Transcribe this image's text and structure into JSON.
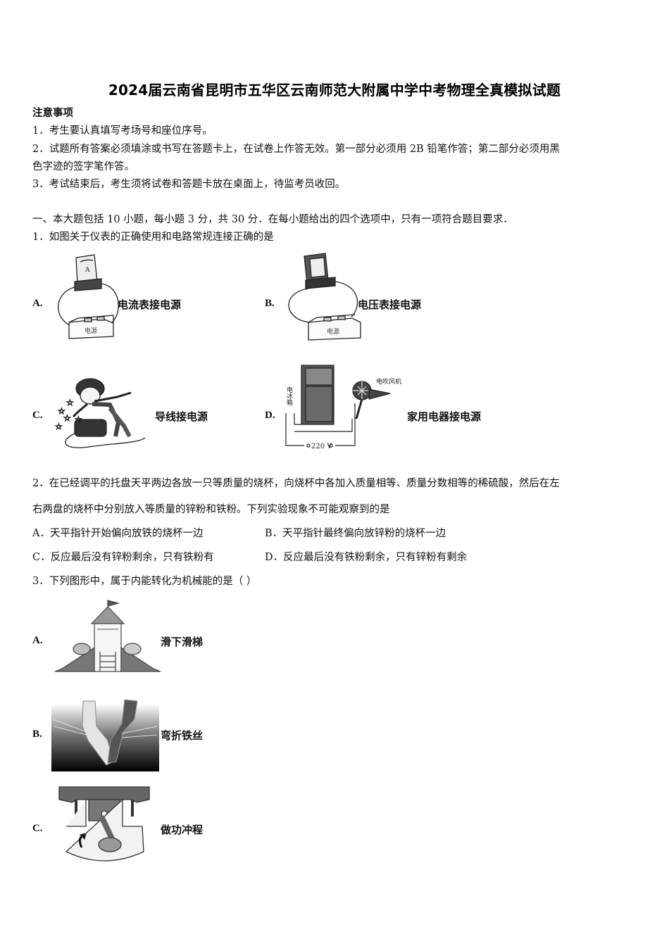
{
  "title": "2024届云南省昆明市五华区云南师范大附属中学中考物理全真模拟试题",
  "notice": {
    "heading": "注意事项",
    "items": [
      "1．考生要认真填写考场号和座位序号。",
      "2．试题所有答案必须填涂或书写在答题卡上，在试卷上作答无效。第一部分必须用 2B 铅笔作答；第二部分必须用黑",
      "色字迹的签字笔作答。",
      "3．考试结束后，考生须将试卷和答题卡放在桌面上，待监考员收回。"
    ]
  },
  "section1": {
    "heading": "一、本大题包括 10 小题，每小题 3 分，共 30 分．在每小题给出的四个选项中，只有一项符合题目要求．"
  },
  "q1": {
    "stem": "1．如图关于仪表的正确使用和电路常规连接正确的是",
    "options": [
      {
        "label": "A.",
        "caption": "电流表接电源",
        "figure": "ammeter-battery-figure",
        "figure_text": [
          "A",
          "电源"
        ]
      },
      {
        "label": "B.",
        "caption": "电压表接电源",
        "figure": "voltmeter-battery-figure",
        "figure_text": [
          "电源"
        ]
      },
      {
        "label": "C.",
        "caption": "导线接电源",
        "figure": "boy-short-circuit-figure"
      },
      {
        "label": "D.",
        "caption": "家用电器接电源",
        "figure": "fridge-hairdryer-figure",
        "figure_text": [
          "电冰箱",
          "电吹风机",
          "220 V"
        ]
      }
    ]
  },
  "q2": {
    "stem_line1": "2．在已经调平的托盘天平两边各放一只等质量的烧杯，向烧杯中各加入质量相等、质量分数相等的稀硫酸，然后在左",
    "stem_line2": "右两盘的烧杯中分别放入等质量的锌粉和铁粉。下列实验现象不可能观察到的是",
    "options": [
      {
        "label": "A．",
        "text": "天平指针开始偏向放铁的烧杯一边"
      },
      {
        "label": "B．",
        "text": "天平指针最终偏向放锌粉的烧杯一边"
      },
      {
        "label": "C．",
        "text": "反应最后没有锌粉剩余，只有铁粉有"
      },
      {
        "label": "D．",
        "text": "反应最后没有铁粉剩余，只有锌粉有剩余"
      }
    ]
  },
  "q3": {
    "stem": "3．下列图形中，属于内能转化为机械能的是（ ）",
    "options": [
      {
        "label": "A.",
        "caption": "滑下滑梯",
        "figure": "slide-figure"
      },
      {
        "label": "B.",
        "caption": "弯折铁丝",
        "figure": "bending-wire-figure"
      },
      {
        "label": "C.",
        "caption": "做功冲程",
        "figure": "engine-stroke-figure"
      }
    ]
  }
}
